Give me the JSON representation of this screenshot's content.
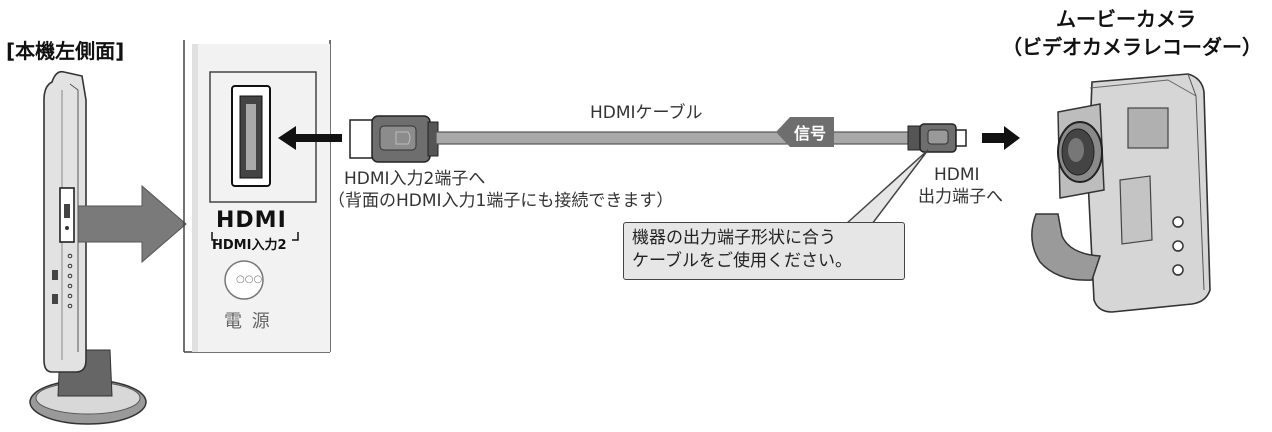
{
  "labels": {
    "side_view": "[本機左側面]",
    "camera_title_line1": "ムービーカメラ",
    "camera_title_line2": "（ビデオカメラレコーダー）",
    "cable": "HDMIケーブル",
    "signal": "信号",
    "input_terminal_line1": "HDMI入力2端子へ",
    "input_terminal_line2": "（背面のHDMI入力1端子にも接続できます）",
    "output_terminal_line1": "HDMI",
    "output_terminal_line2": "出力端子へ",
    "callout_line1": "機器の出力端子形状に合う",
    "callout_line2": "ケーブルをご使用ください。",
    "hdmi_logo": "HDMI",
    "hdmi_input_label": "HDMI入力2",
    "power_label": "電 源",
    "power_dots": "○○○"
  },
  "colors": {
    "gray_fill": "#7a7a7a",
    "light_panel": "#f2f2f2",
    "cable": "#a8a8a8",
    "callout_bg": "#e6e6e6",
    "outline": "#333333"
  }
}
